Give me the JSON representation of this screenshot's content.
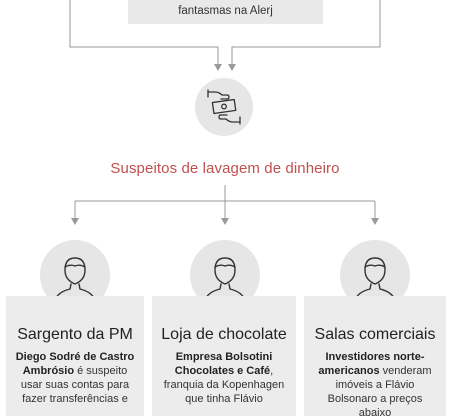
{
  "top_box": {
    "text": "fantasmas na Alerj"
  },
  "center_icon": {
    "icon": "money-exchange-icon"
  },
  "headline": "Suspeitos de lavagem de dinheiro",
  "accent_color": "#c0504d",
  "cards": [
    {
      "icon": "person-icon",
      "title": "Sargento da PM",
      "bold": "Diego Sodré de Castro Ambrósio",
      "text": " é suspeito usar suas contas para fazer transferências e"
    },
    {
      "icon": "person-icon",
      "title": "Loja de chocolate",
      "bold": "Empresa Bolsotini Chocolates e Café",
      "text": ", franquia da Kopenhagen que tinha Flávio"
    },
    {
      "icon": "person-icon",
      "title": "Salas comerciais",
      "bold": "Investidores norte-americanos",
      "text": " venderam imóveis a Flávio Bolsonaro a preços abaixo"
    }
  ]
}
